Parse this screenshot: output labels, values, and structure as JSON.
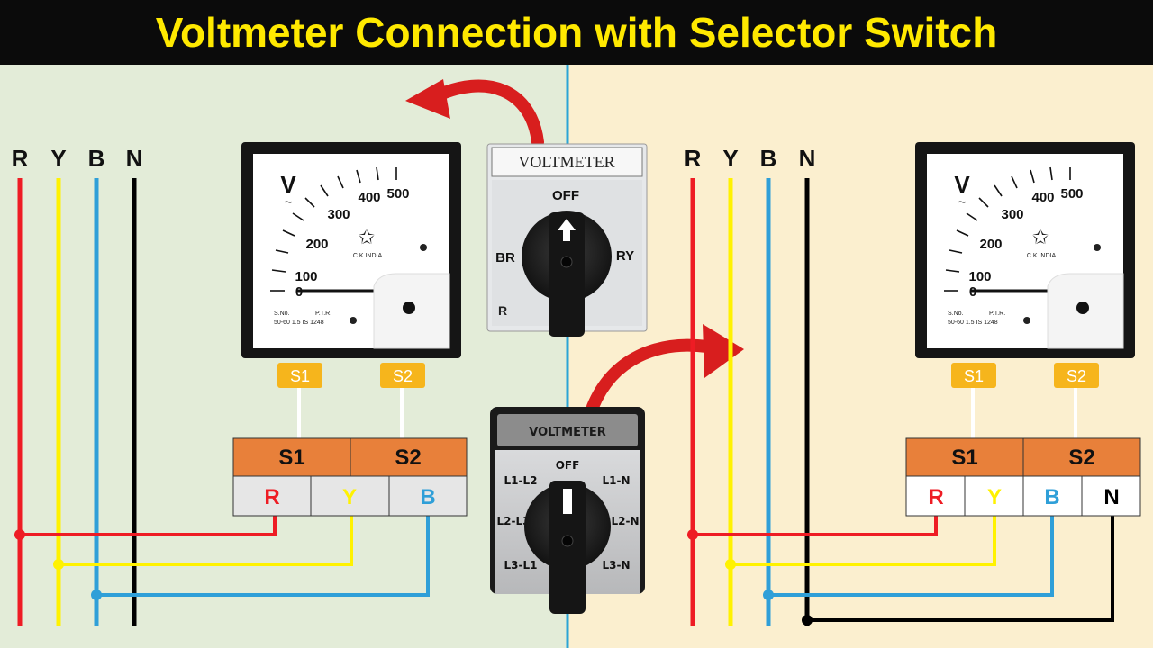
{
  "title": "Voltmeter Connection with Selector Switch",
  "colors": {
    "title_bg": "#0b0b0b",
    "title_text": "#ffe900",
    "left_bg": "#e3ecd8",
    "right_bg": "#fbefcf",
    "divider": "#2ba4d6",
    "phase_r": "#ee1c24",
    "phase_y": "#fff200",
    "phase_b": "#2f9fd8",
    "phase_n": "#000000",
    "terminal_header": "#e8803a",
    "terminal_tag": "#f6b51c",
    "arrow": "#d81e1e"
  },
  "left": {
    "bus_labels": [
      "R",
      "Y",
      "B",
      "N"
    ],
    "meter": {
      "unit": "V",
      "scale": [
        "0",
        "100",
        "200",
        "300",
        "400",
        "500"
      ],
      "brand": "C K INDIA",
      "sno": "S.No.",
      "ptr": "P.T.R.",
      "spec": "50-60 1.5 IS 1248"
    },
    "terminal_tags": [
      "S1",
      "S2"
    ],
    "table_header": [
      "S1",
      "S2"
    ],
    "table_cells": [
      "R",
      "Y",
      "B"
    ]
  },
  "switch_top": {
    "label": "VOLTMETER",
    "positions": {
      "off": "OFF",
      "left": "BR",
      "right": "RY"
    }
  },
  "switch_bottom": {
    "label": "VOLTMETER",
    "positions": [
      "OFF",
      "L1-L2",
      "L1-N",
      "L2-L3",
      "L2-N",
      "L3-L1",
      "L3-N"
    ]
  },
  "right": {
    "bus_labels": [
      "R",
      "Y",
      "B",
      "N"
    ],
    "meter": {
      "unit": "V",
      "scale": [
        "0",
        "100",
        "200",
        "300",
        "400",
        "500"
      ],
      "brand": "C K INDIA",
      "sno": "S.No.",
      "ptr": "P.T.R.",
      "spec": "50-60 1.5 IS 1248"
    },
    "terminal_tags": [
      "S1",
      "S2"
    ],
    "table_header": [
      "S1",
      "S2"
    ],
    "table_cells": [
      "R",
      "Y",
      "B",
      "N"
    ]
  }
}
